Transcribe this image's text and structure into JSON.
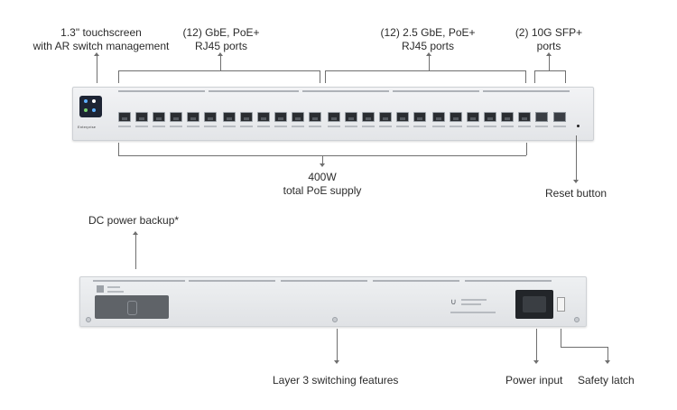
{
  "labels": {
    "touchscreen": "1.3\" touchscreen\nwith AR switch management",
    "gbe_ports": "(12) GbE, PoE+\nRJ45 ports",
    "ports_25gbe": "(12) 2.5 GbE, PoE+\nRJ45 ports",
    "sfp_ports": "(2) 10G SFP+\nports",
    "poe_supply": "400W\ntotal PoE supply",
    "reset_button": "Reset button",
    "dc_backup": "DC power backup*",
    "layer3": "Layer 3 switching features",
    "power_input": "Power input",
    "safety_latch": "Safety latch"
  },
  "device": {
    "brand_text": "Enterprise"
  },
  "colors": {
    "chassis": "#e6e8eb",
    "port": "#2a2d31",
    "leader": "#6f6f6f",
    "touchscreen": "#1d2434"
  }
}
